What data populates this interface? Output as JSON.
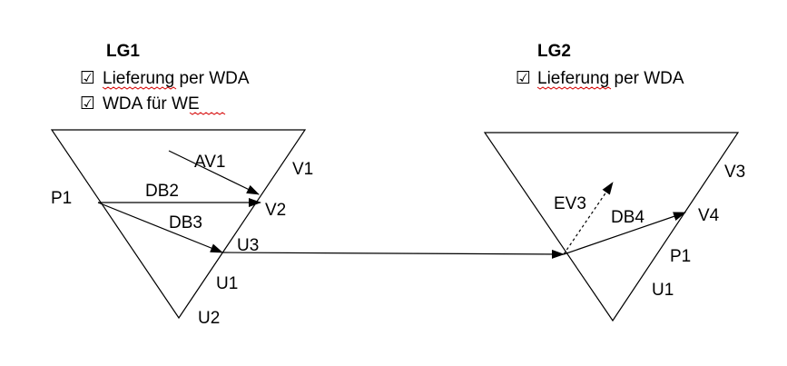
{
  "lg1": {
    "title": "LG1",
    "checks": [
      {
        "mark": "☑",
        "text": "Lieferung per WDA"
      },
      {
        "mark": "☑",
        "text": "WDA für WE"
      }
    ],
    "labels": {
      "av1": "AV1",
      "v1": "V1",
      "p1": "P1",
      "db2": "DB2",
      "v2": "V2",
      "db3": "DB3",
      "u3": "U3",
      "u1": "U1",
      "u2": "U2"
    }
  },
  "lg2": {
    "title": "LG2",
    "checks": [
      {
        "mark": "☑",
        "text": "Lieferung per WDA"
      }
    ],
    "labels": {
      "v3": "V3",
      "ev3": "EV3",
      "db4": "DB4",
      "v4": "V4",
      "p1": "P1",
      "u1": "U1"
    }
  },
  "icons": {
    "checkbox": "checkbox-checked-icon",
    "arrow": "arrowhead-icon"
  }
}
